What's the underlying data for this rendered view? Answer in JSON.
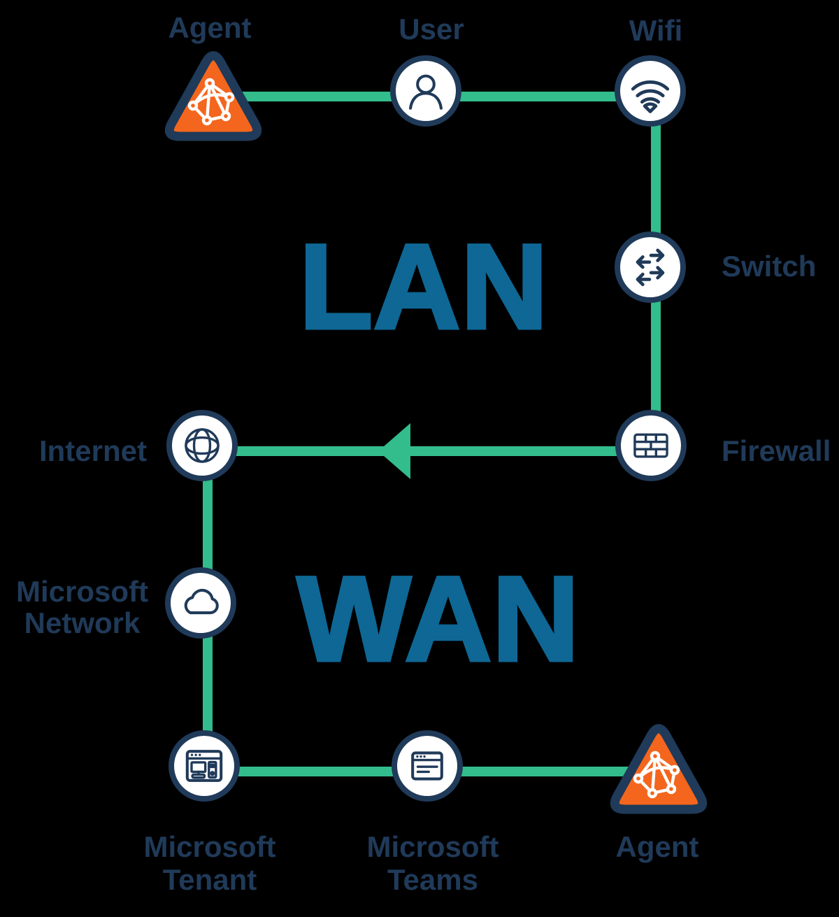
{
  "diagram_title": "LAN / WAN network path diagram",
  "colors": {
    "background": "#000000",
    "navy_outline_text": "#203A59",
    "connection_green": "#33BD8C",
    "agent_orange": "#F4661D",
    "zone_blue": "#0E6795",
    "node_fill": "#FFFFFF"
  },
  "zones": {
    "lan": "LAN",
    "wan": "WAN"
  },
  "nodes": {
    "agent_top": {
      "label": "Agent",
      "shape": "triangle",
      "icon": "mesh-network-icon"
    },
    "user": {
      "label": "User",
      "shape": "circle",
      "icon": "person-icon"
    },
    "wifi": {
      "label": "Wifi",
      "shape": "circle",
      "icon": "wifi-icon"
    },
    "switch": {
      "label": "Switch",
      "shape": "circle",
      "icon": "switch-arrows-icon"
    },
    "firewall": {
      "label": "Firewall",
      "shape": "circle",
      "icon": "brick-wall-icon"
    },
    "internet": {
      "label": "Internet",
      "shape": "circle",
      "icon": "globe-icon"
    },
    "microsoft_network": {
      "label": "Microsoft Network",
      "shape": "circle",
      "icon": "cloud-icon"
    },
    "microsoft_tenant": {
      "label": "Microsoft Tenant",
      "shape": "circle",
      "icon": "desktop-computer-window-icon"
    },
    "microsoft_teams": {
      "label": "Microsoft Teams",
      "shape": "circle",
      "icon": "browser-window-icon"
    },
    "agent_bottom": {
      "label": "Agent",
      "shape": "triangle",
      "icon": "mesh-network-icon"
    }
  },
  "connections": [
    {
      "from": "agent_top",
      "to": "user",
      "arrow": "none"
    },
    {
      "from": "user",
      "to": "wifi",
      "arrow": "none"
    },
    {
      "from": "wifi",
      "to": "switch",
      "arrow": "none"
    },
    {
      "from": "switch",
      "to": "firewall",
      "arrow": "none"
    },
    {
      "from": "firewall",
      "to": "internet",
      "arrow": "left"
    },
    {
      "from": "internet",
      "to": "microsoft_network",
      "arrow": "none"
    },
    {
      "from": "microsoft_network",
      "to": "microsoft_tenant",
      "arrow": "none"
    },
    {
      "from": "microsoft_tenant",
      "to": "microsoft_teams",
      "arrow": "none"
    },
    {
      "from": "microsoft_teams",
      "to": "agent_bottom",
      "arrow": "none"
    }
  ]
}
